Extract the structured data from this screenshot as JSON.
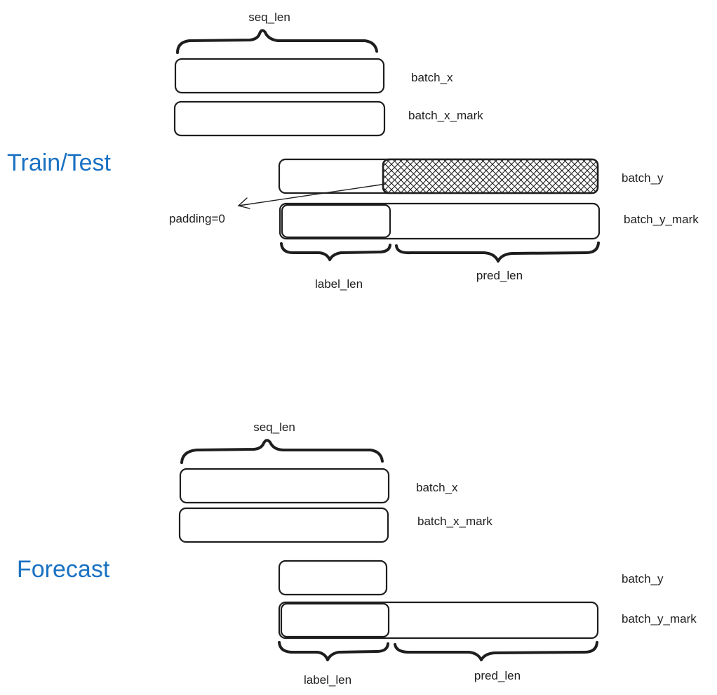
{
  "colors": {
    "title": "#1971c2",
    "stroke": "#1e1e1e",
    "background": "#ffffff"
  },
  "train_test": {
    "title": "Train/Test",
    "seq_len": "seq_len",
    "batch_x": "batch_x",
    "batch_x_mark": "batch_x_mark",
    "batch_y": "batch_y",
    "batch_y_mark": "batch_y_mark",
    "padding": "padding=0",
    "label_len": "label_len",
    "pred_len": "pred_len"
  },
  "forecast": {
    "title": "Forecast",
    "seq_len": "seq_len",
    "batch_x": "batch_x",
    "batch_x_mark": "batch_x_mark",
    "batch_y": "batch_y",
    "batch_y_mark": "batch_y_mark",
    "label_len": "label_len",
    "pred_len": "pred_len"
  }
}
